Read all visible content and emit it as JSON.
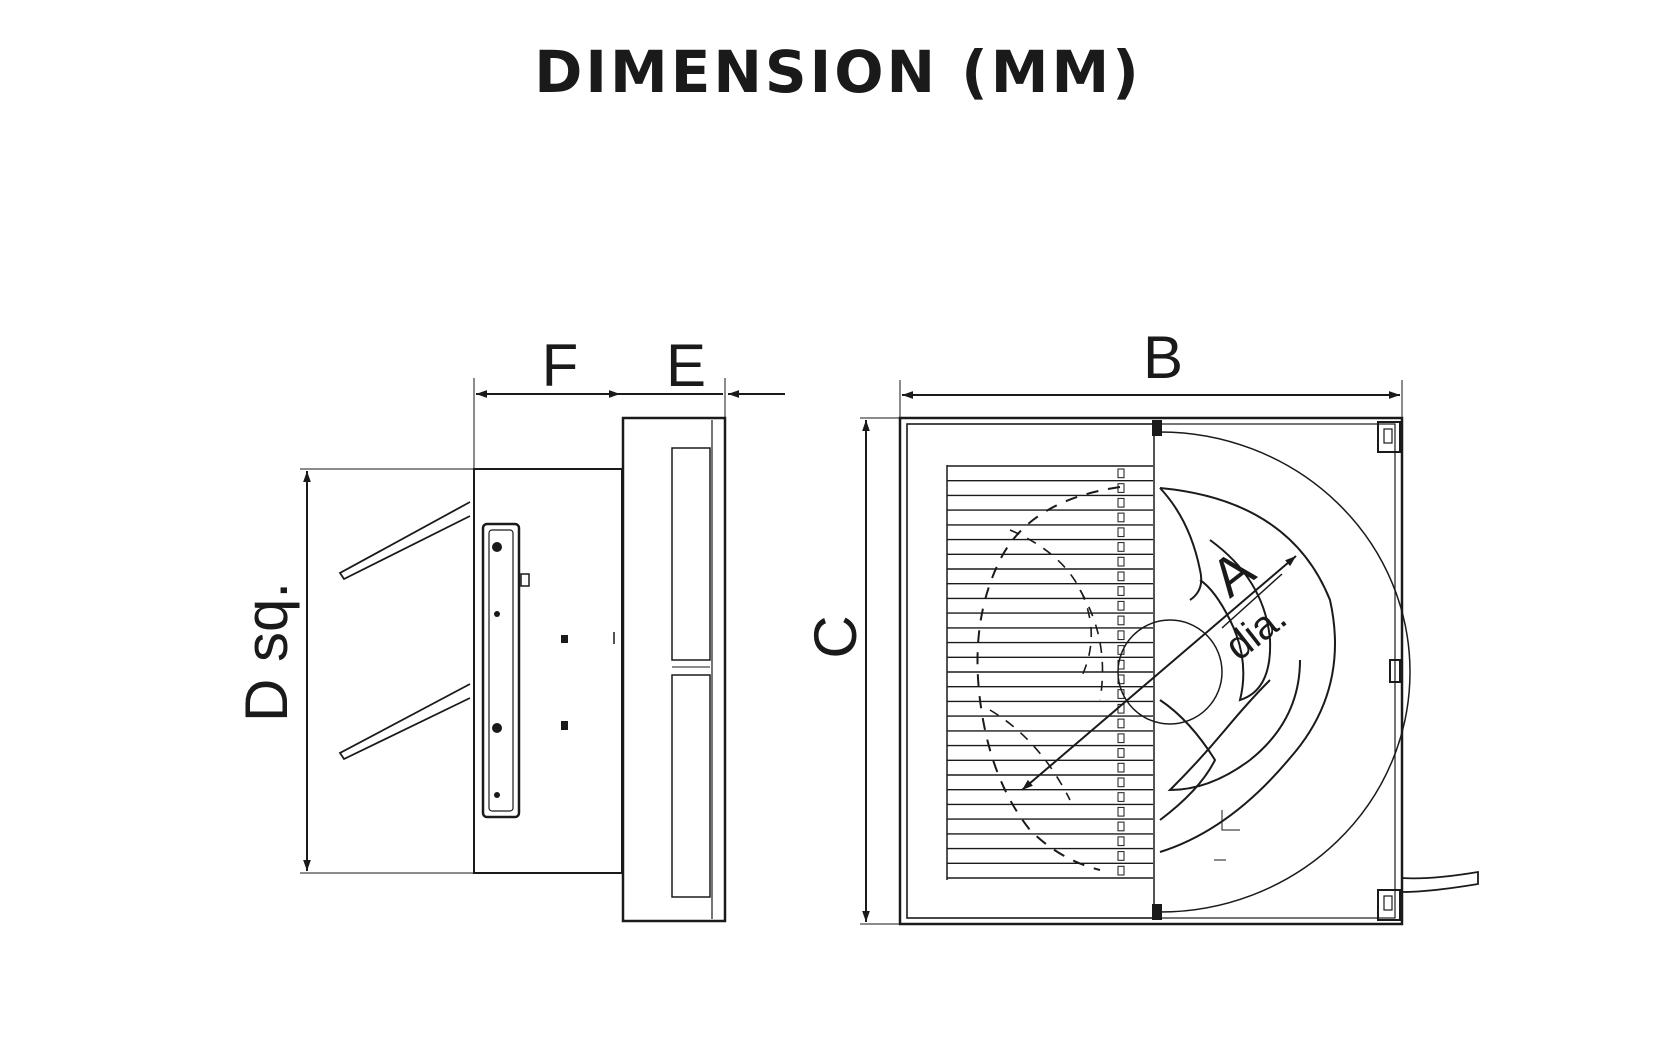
{
  "title": "DIMENSION (MM)",
  "labels": {
    "f": "F",
    "e": "E",
    "b": "B",
    "c": "C",
    "d": "D sq.",
    "a": "A",
    "a_dia": "dia."
  },
  "colors": {
    "line": "#1a1a1a",
    "background": "#ffffff"
  }
}
